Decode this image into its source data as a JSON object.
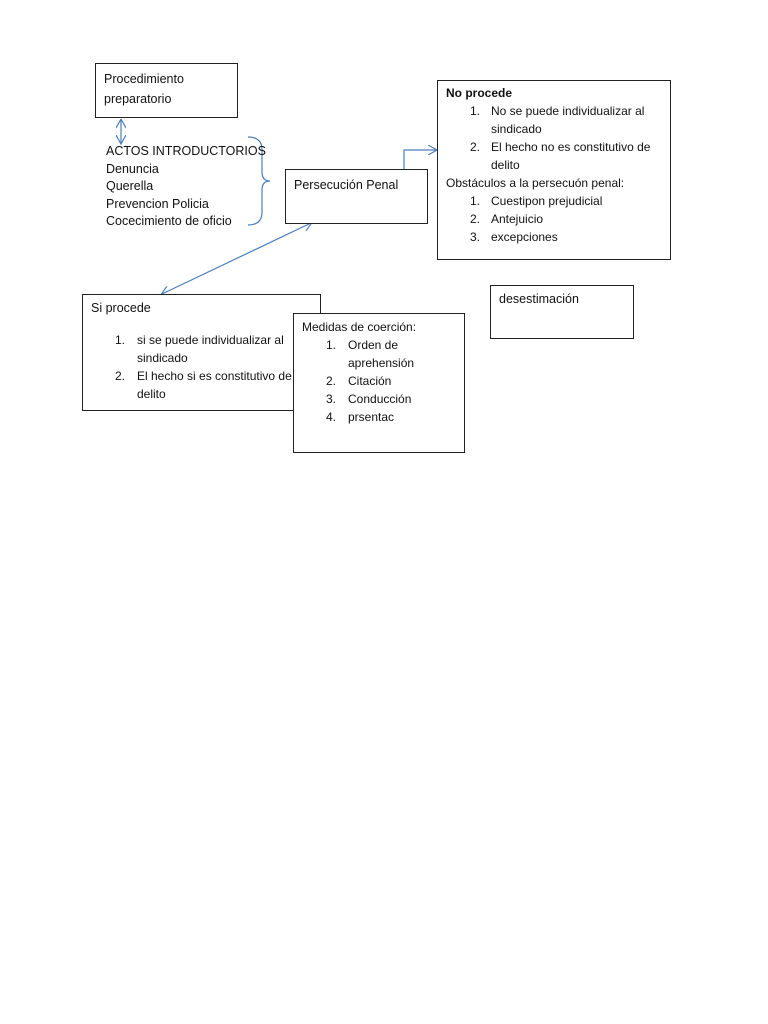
{
  "procedimiento": {
    "line1": "Procedimiento",
    "line2": "preparatorio"
  },
  "actos": {
    "title": "ACTOS INTRODUCTORIOS",
    "items": [
      "Denuncia",
      "Querella",
      "Prevencion Policia",
      "Cocecimiento de oficio"
    ]
  },
  "persecucion": {
    "label": "Persecución Penal"
  },
  "no_procede": {
    "title": "No procede",
    "items": [
      {
        "num": "1.",
        "line1": "No se puede individualizar al",
        "line2": "sindicado"
      },
      {
        "num": "2.",
        "line1": "El hecho no es constitutivo de",
        "line2": "delito"
      }
    ],
    "obstaculos_title": "Obstáculos a la persecuón penal:",
    "obstaculos": [
      {
        "num": "1.",
        "text": "Cuestipon prejudicial"
      },
      {
        "num": "2.",
        "text": "Antejuicio"
      },
      {
        "num": "3.",
        "text": "excepciones"
      }
    ]
  },
  "desestimacion": {
    "label": "desestimación"
  },
  "si_procede": {
    "title": "Si procede",
    "items": [
      {
        "num": "1.",
        "line1": "si se puede individualizar al",
        "line2": "sindicado"
      },
      {
        "num": "2.",
        "line1": "El hecho si es constitutivo de",
        "line2": "delito"
      }
    ]
  },
  "medidas": {
    "title": "Medidas de coerción:",
    "items": [
      {
        "num": "1.",
        "line1": "Orden de",
        "line2": "aprehensión"
      },
      {
        "num": "2.",
        "line1": "Citación",
        "line2": ""
      },
      {
        "num": "3.",
        "line1": "Conducción",
        "line2": ""
      },
      {
        "num": "4.",
        "line1": "prsentac",
        "line2": ""
      }
    ]
  },
  "colors": {
    "connector": "#4a7ebb",
    "border": "#222222",
    "text": "#111111"
  }
}
